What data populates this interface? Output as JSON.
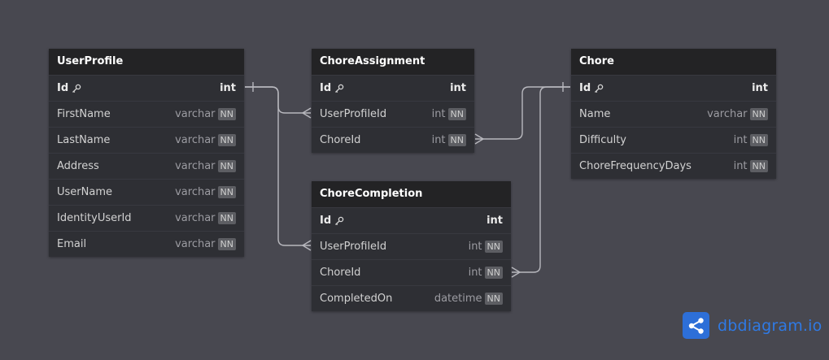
{
  "tables": {
    "userprofile": {
      "name": "UserProfile",
      "fields": [
        {
          "name": "Id",
          "type": "int",
          "nn": ""
        },
        {
          "name": "FirstName",
          "type": "varchar",
          "nn": "NN"
        },
        {
          "name": "LastName",
          "type": "varchar",
          "nn": "NN"
        },
        {
          "name": "Address",
          "type": "varchar",
          "nn": "NN"
        },
        {
          "name": "UserName",
          "type": "varchar",
          "nn": "NN"
        },
        {
          "name": "IdentityUserId",
          "type": "varchar",
          "nn": "NN"
        },
        {
          "name": "Email",
          "type": "varchar",
          "nn": "NN"
        }
      ]
    },
    "choreassignment": {
      "name": "ChoreAssignment",
      "fields": [
        {
          "name": "Id",
          "type": "int",
          "nn": ""
        },
        {
          "name": "UserProfileId",
          "type": "int",
          "nn": "NN"
        },
        {
          "name": "ChoreId",
          "type": "int",
          "nn": "NN"
        }
      ]
    },
    "chorecompletion": {
      "name": "ChoreCompletion",
      "fields": [
        {
          "name": "Id",
          "type": "int",
          "nn": ""
        },
        {
          "name": "UserProfileId",
          "type": "int",
          "nn": "NN"
        },
        {
          "name": "ChoreId",
          "type": "int",
          "nn": "NN"
        },
        {
          "name": "CompletedOn",
          "type": "datetime",
          "nn": "NN"
        }
      ]
    },
    "chore": {
      "name": "Chore",
      "fields": [
        {
          "name": "Id",
          "type": "int",
          "nn": ""
        },
        {
          "name": "Name",
          "type": "varchar",
          "nn": "NN"
        },
        {
          "name": "Difficulty",
          "type": "int",
          "nn": "NN"
        },
        {
          "name": "ChoreFrequencyDays",
          "type": "int",
          "nn": "NN"
        }
      ]
    }
  },
  "brand": {
    "text": "dbdiagram.io",
    "color": "#2f7ae5"
  },
  "colors": {
    "canvas": "#484850",
    "header": "#232325",
    "body": "#2e2f34",
    "link": "#b8b8be"
  },
  "icons": {
    "primary_key": "key-icon",
    "brand": "share-icon"
  }
}
